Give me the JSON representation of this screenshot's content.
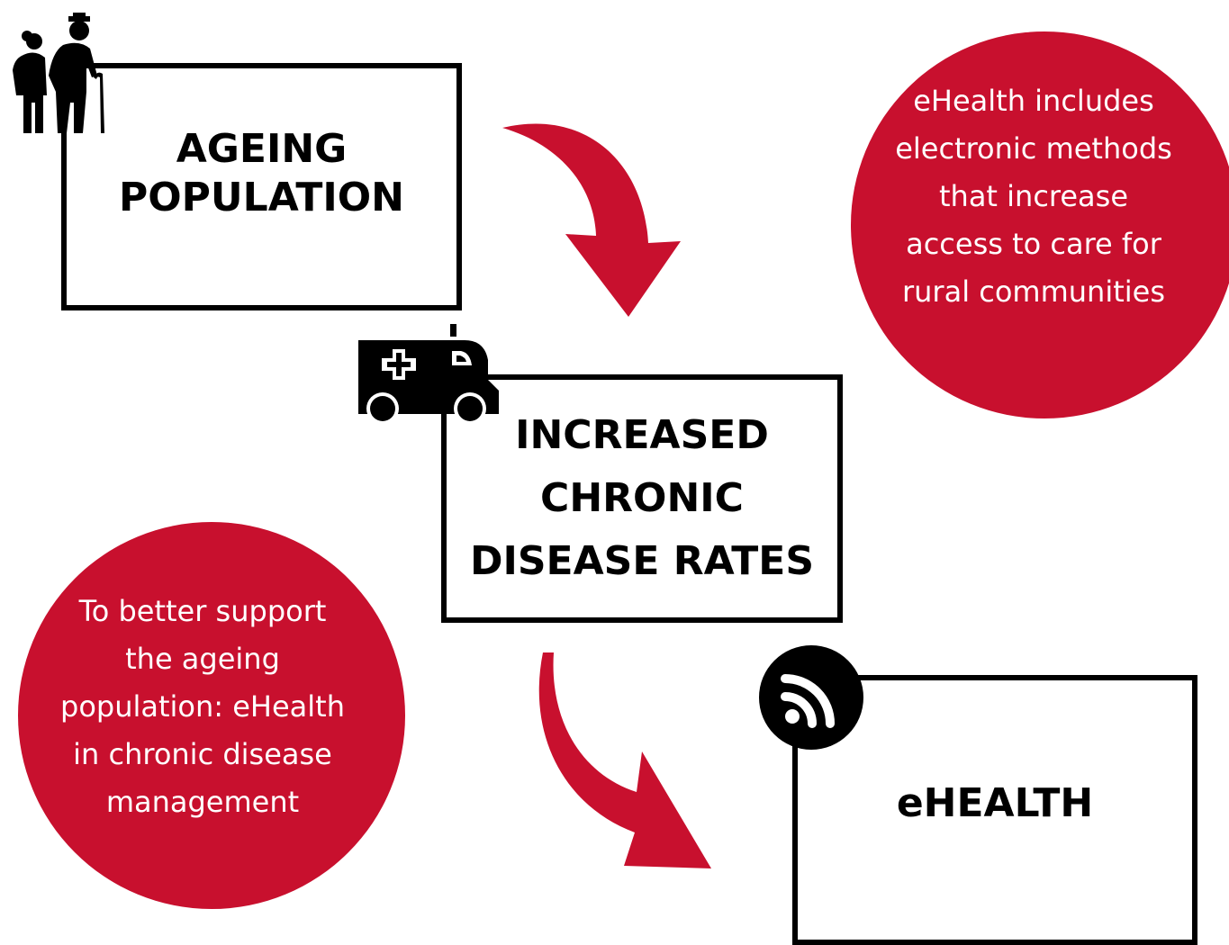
{
  "boxes": {
    "ageing": "AGEING\nPOPULATION",
    "chronic": "INCREASED\nCHRONIC\nDISEASE RATES",
    "ehealth": "eHEALTH"
  },
  "notes": {
    "right": "eHealth includes\nelectronic methods\nthat increase\naccess to care for\nrural communities",
    "left": "To better support\nthe ageing\npopulation: eHealth\nin chronic disease\nmanagement"
  },
  "colors": {
    "accent": "#c8102e",
    "ink": "#000000",
    "background": "#ffffff"
  },
  "icons": [
    "elderly-couple-icon",
    "ambulance-icon",
    "rss-feed-icon",
    "curved-arrow-icon"
  ]
}
